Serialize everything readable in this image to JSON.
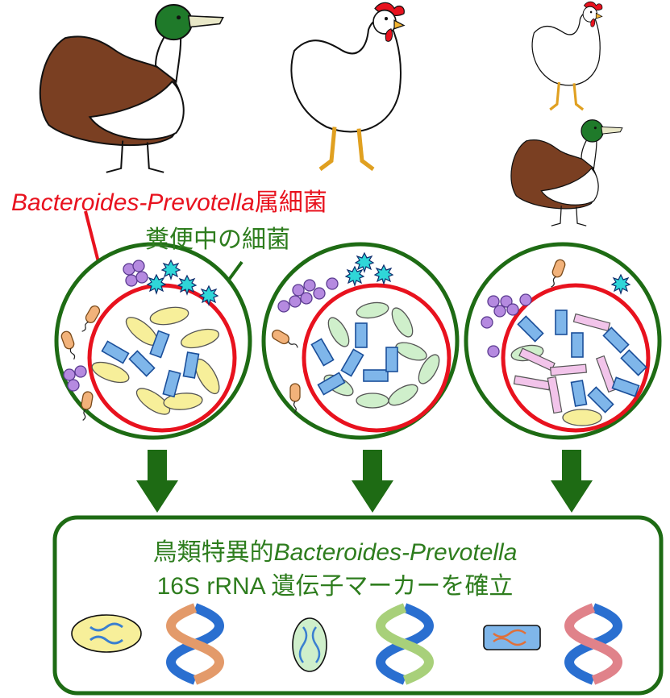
{
  "labels": {
    "genus_name": "Bacteroides-Prevotella",
    "genus_suffix": "属細菌",
    "fecal_bacteria": "糞便中の細菌"
  },
  "result": {
    "line1_prefix": "鳥類特異的",
    "line1_genus": "Bacteroides-Prevotella",
    "line2": "16S rRNA 遺伝子マーカーを確立"
  },
  "animals": [
    "duck",
    "chicken",
    "chicken",
    "duck"
  ],
  "colors": {
    "green": "#1e6b14",
    "red": "#e8121e",
    "yellow_rod": "#f7ef9a",
    "green_rod": "#cfefcb",
    "blue_rod": "#7fb6ea",
    "pink_rod": "#f2c4ea",
    "cocci": "#b58ae0",
    "spiky": "#2fd6d8",
    "tan_rod": "#f2b27a"
  },
  "icons": [
    "duck-icon",
    "chicken-icon",
    "bacteria-circle-icon",
    "dna-helix-icon",
    "down-arrow-icon"
  ]
}
